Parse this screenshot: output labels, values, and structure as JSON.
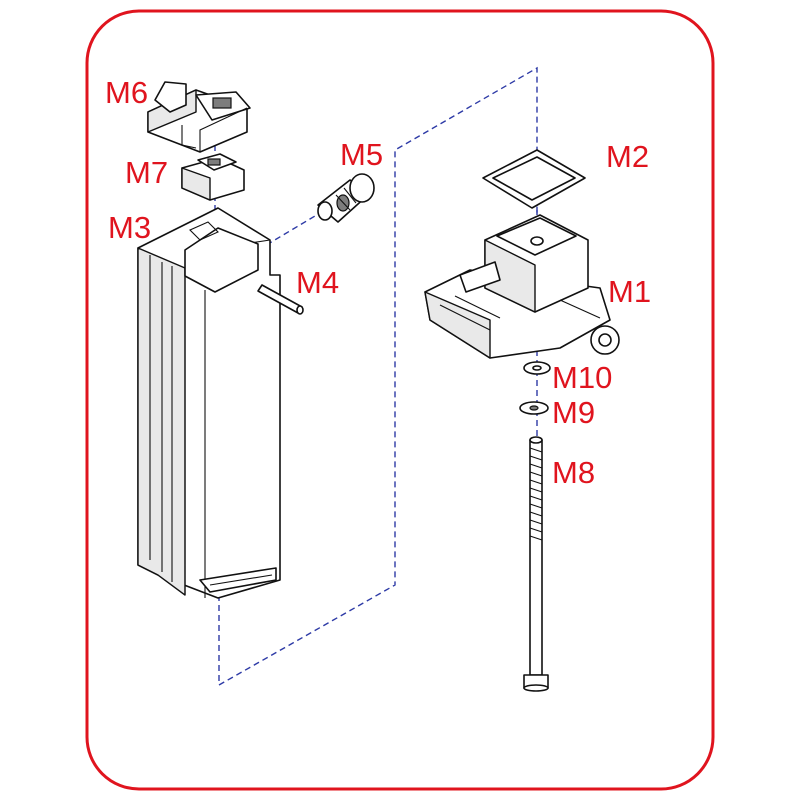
{
  "colors": {
    "frame": "#e0141e",
    "label": "#e0141e",
    "guide": "#2d3aa6",
    "line": "#111111"
  },
  "labels": {
    "m1": "M1",
    "m2": "M2",
    "m3": "M3",
    "m4": "M4",
    "m5": "M5",
    "m6": "M6",
    "m7": "M7",
    "m8": "M8",
    "m9": "M9",
    "m10": "M10"
  }
}
